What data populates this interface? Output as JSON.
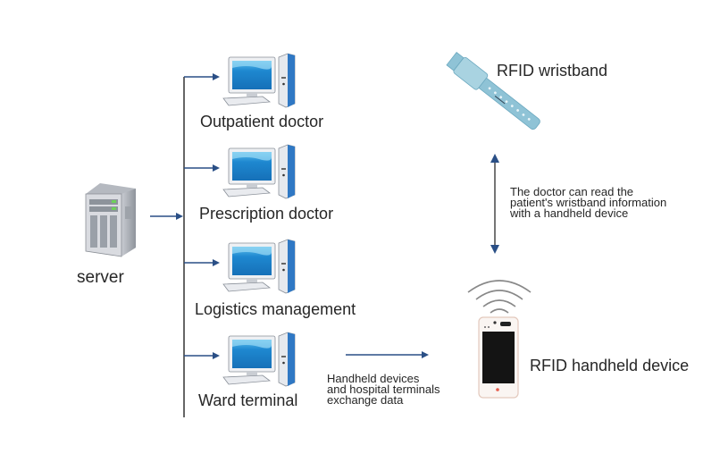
{
  "server": {
    "label": "server",
    "icon": "server-tower-icon"
  },
  "terminals": [
    {
      "label": "Outpatient doctor",
      "icon": "desktop-computer-icon"
    },
    {
      "label": "Prescription doctor",
      "icon": "desktop-computer-icon"
    },
    {
      "label": "Logistics management",
      "icon": "desktop-computer-icon"
    },
    {
      "label": "Ward terminal",
      "icon": "desktop-computer-icon"
    }
  ],
  "wristband": {
    "label": "RFID wristband",
    "icon": "rfid-wristband-icon"
  },
  "handheld": {
    "label": "RFID handheld device",
    "icon": "handheld-device-icon"
  },
  "annotations": {
    "read_note": [
      "The doctor can read the",
      "patient's wristband information",
      "with a handheld device"
    ],
    "exchange_note": [
      "Handheld devices",
      "and hospital terminals",
      "exchange data"
    ]
  },
  "colors": {
    "arrow": "#2a4f86",
    "bus_line": "#555555",
    "screen": "#1e88d0",
    "wristband": "#8fc3d6"
  }
}
